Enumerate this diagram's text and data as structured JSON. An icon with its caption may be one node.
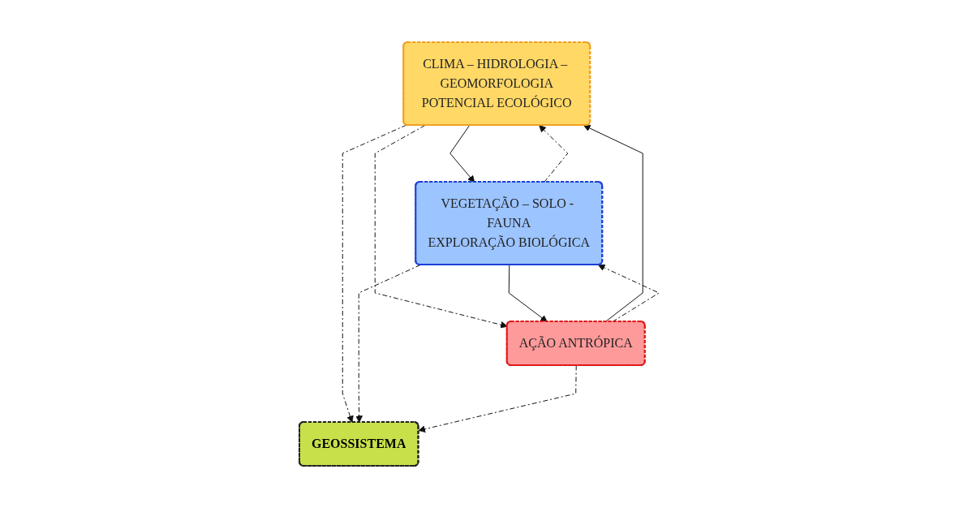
{
  "diagram": {
    "nodes": [
      {
        "text": [
          "CLIMA – HIDROLOGIA – GEOMORFOLOGIA",
          "POTENCIAL ECOLÓGICO"
        ]
      },
      {
        "text": [
          "VEGETAÇÃO – SOLO - FAUNA",
          "EXPLORAÇÃO BIOLÓGICA"
        ]
      },
      {
        "text": [
          "GEOSSISTEMA"
        ]
      },
      {
        "text": [
          "AÇÃO ANTRÓPICA"
        ]
      }
    ],
    "edges": [
      {
        "from": 0,
        "to": 1,
        "arrow": "to"
      },
      {
        "from": 1,
        "to": 0,
        "arrow": "to",
        "style": "dashed"
      },
      {
        "from": 0,
        "to": 2,
        "arrow": "to",
        "style": "dashed"
      },
      {
        "from": 1,
        "to": 2,
        "arrow": "to",
        "style": "dashed"
      },
      {
        "from": 3,
        "to": 2,
        "arrow": "to",
        "style": "dashed"
      },
      {
        "from": 3,
        "to": 0,
        "arrow": "to"
      },
      {
        "from": 0,
        "to": 3,
        "arrow": "to",
        "style": "dashed"
      },
      {
        "from": 3,
        "to": 1,
        "arrow": "to",
        "style": "dashed"
      },
      {
        "from": 1,
        "to": 3,
        "arrow": "to"
      }
    ]
  }
}
